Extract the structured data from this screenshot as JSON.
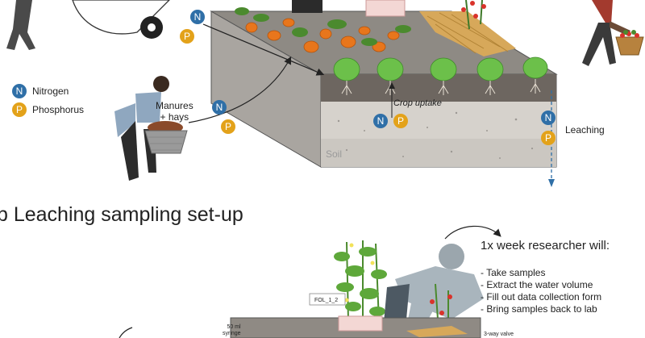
{
  "legend": {
    "nitrogen_symbol": "N",
    "nitrogen_label": "Nitrogen",
    "phosphorus_symbol": "P",
    "phosphorus_label": "Phosphorus"
  },
  "labels": {
    "manures": "Manures\n+ hays",
    "crop_uptake": "Crop uptake",
    "leaching": "Leaching",
    "soil": "Soil"
  },
  "section_b": {
    "title": "b Leaching sampling set-up",
    "researcher_heading": "1x week researcher will:",
    "tasks": [
      "- Take samples",
      "- Extract the water volume",
      "- Fill out data collection form",
      "- Bring samples back to lab"
    ],
    "sample_tag": "FOL_1_2",
    "syringe_label": "50 ml\nsyringe",
    "valve_label": "3-way valve"
  },
  "colors": {
    "nitrogen": "#2f6fa7",
    "phosphorus": "#e3a21a",
    "soil_front": "#b9b4ae",
    "soil_top": "#8a8681"
  }
}
